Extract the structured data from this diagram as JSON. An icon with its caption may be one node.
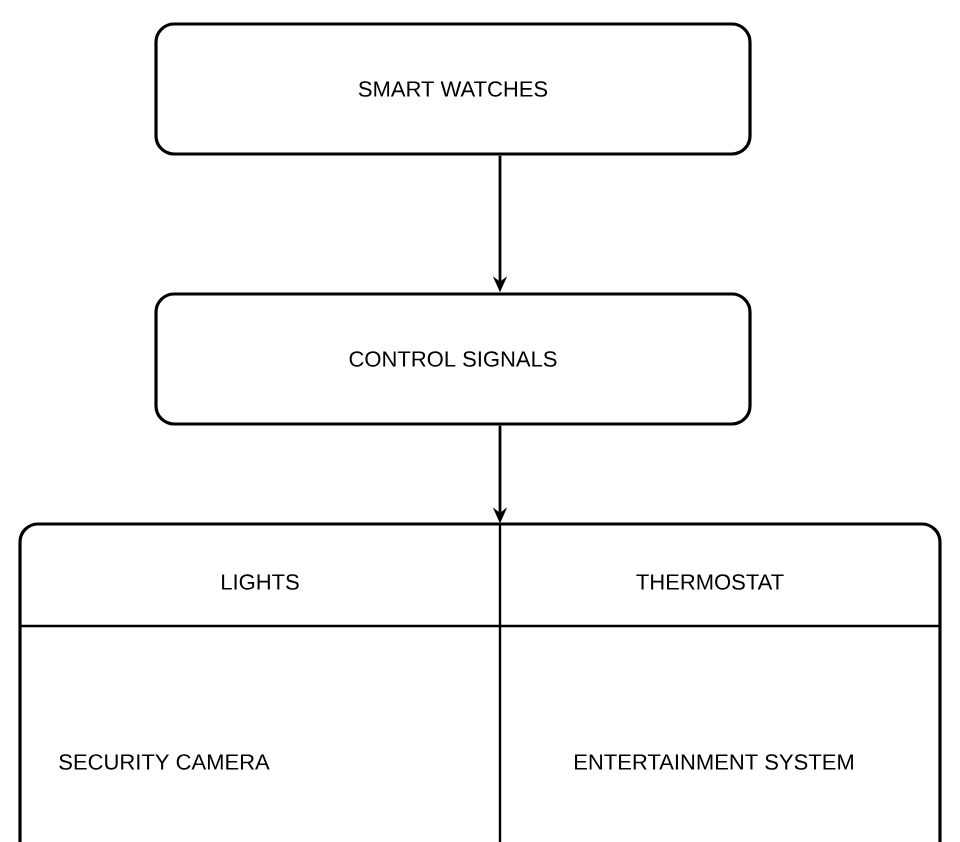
{
  "diagram": {
    "nodes": [
      {
        "text": [
          "SMART WATCHES"
        ]
      },
      {
        "text": [
          "CONTROL SIGNALS"
        ]
      },
      {
        "text": [],
        "shape": "box"
      },
      {
        "text": [
          "LIGHTS"
        ],
        "in": 2
      },
      {
        "text": [
          "THERMOSTAT"
        ],
        "in": 2
      },
      {
        "text": [
          "SECURITY CAMERA"
        ],
        "in": 2
      },
      {
        "text": [
          "ENTERTAINMENT SYSTEM"
        ],
        "in": 2
      }
    ],
    "edges": [
      {
        "from": 0,
        "to": 1,
        "arrow": "to"
      },
      {
        "from": 1,
        "to": 2,
        "arrow": "to"
      }
    ]
  }
}
